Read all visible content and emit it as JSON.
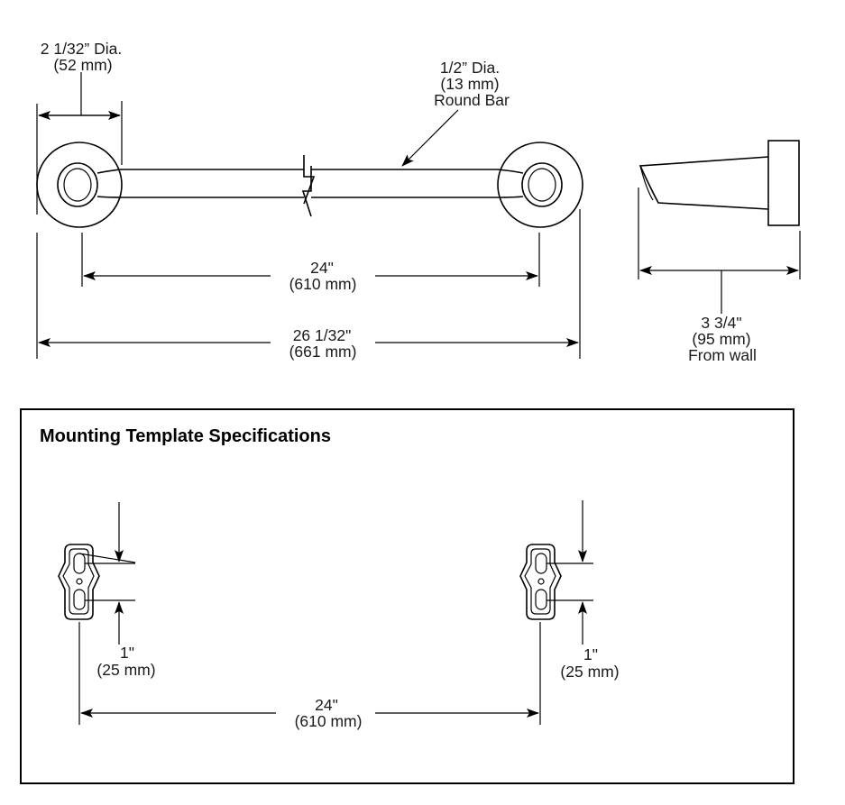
{
  "top_view": {
    "flange_dia": {
      "line1": "2 1/32” Dia.",
      "line2": "(52 mm)"
    },
    "bar_dia": {
      "line1": "1/2” Dia.",
      "line2": "(13 mm)",
      "line3": "Round Bar"
    },
    "center_length": {
      "line1": "24\"",
      "line2": "(610 mm)"
    },
    "overall_length": {
      "line1": "26 1/32\"",
      "line2": "(661 mm)"
    }
  },
  "side_view": {
    "projection": {
      "line1": "3 3/4\"",
      "line2": "(95 mm)",
      "line3": "From wall"
    }
  },
  "template": {
    "title": "Mounting Template Specifications",
    "left_slot_spacing": {
      "line1": "1\"",
      "line2": "(25 mm)"
    },
    "right_slot_spacing": {
      "line1": "1\"",
      "line2": "(25 mm)"
    },
    "center_spacing": {
      "line1": "24\"",
      "line2": "(610 mm)"
    }
  }
}
